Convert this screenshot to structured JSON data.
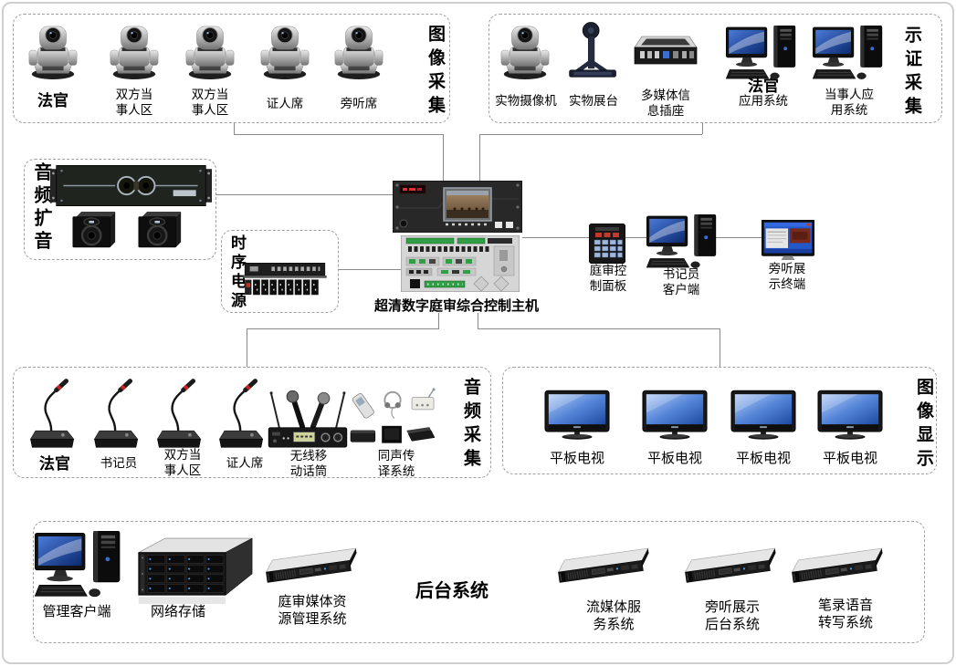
{
  "palette": {
    "screen_blue": "#2458c8",
    "device_dark": "#1a1a1a",
    "pcb_green": "#2f9e44",
    "led_red": "#dd3322"
  },
  "groups": {
    "image_capture": {
      "title": "图像采集",
      "cameras": [
        {
          "label": "法官"
        },
        {
          "label": "双方当\n事人区"
        },
        {
          "label": "双方当\n事人区"
        },
        {
          "label": "证人席"
        },
        {
          "label": "旁听席"
        }
      ]
    },
    "evidence_capture": {
      "title": "示证采集",
      "camera_label": "实物摄像机",
      "doccam_label": "实物展台",
      "socket_label": "多媒体信\n息插座",
      "judge_system_line1": "法官",
      "judge_system_line2": "应用系统",
      "party_system_label": "当事人应\n用系统"
    },
    "audio_amplify": {
      "title": "音频扩音"
    },
    "power_sequencer": {
      "title": "时序电源"
    },
    "audio_capture": {
      "title": "音频采集",
      "mics": [
        {
          "label": "法官"
        },
        {
          "label": "书记员"
        },
        {
          "label": "双方当\n事人区"
        },
        {
          "label": "证人席"
        }
      ],
      "wireless_label": "无线移\n动话筒",
      "interpretation_label": "同声传\n译系统"
    },
    "image_display": {
      "title": "图像显示",
      "tvs": [
        {
          "label": "平板电视"
        },
        {
          "label": "平板电视"
        },
        {
          "label": "平板电视"
        },
        {
          "label": "平板电视"
        }
      ]
    },
    "backend": {
      "title": "后台系统",
      "items": [
        {
          "label": "管理客户端"
        },
        {
          "label": "网络存储"
        },
        {
          "label": "庭审媒体资\n源管理系统"
        },
        {
          "label": "流媒体服\n务系统"
        },
        {
          "label": "旁听展示\n后台系统"
        },
        {
          "label": "笔录语音\n转写系统"
        }
      ]
    }
  },
  "center": {
    "host_label": "超清数字庭审综合控制主机",
    "control_panel_label": "庭审控\n制面板",
    "clerk_client_label": "书记员\n客户端",
    "audience_terminal_label": "旁听展\n示终端"
  }
}
